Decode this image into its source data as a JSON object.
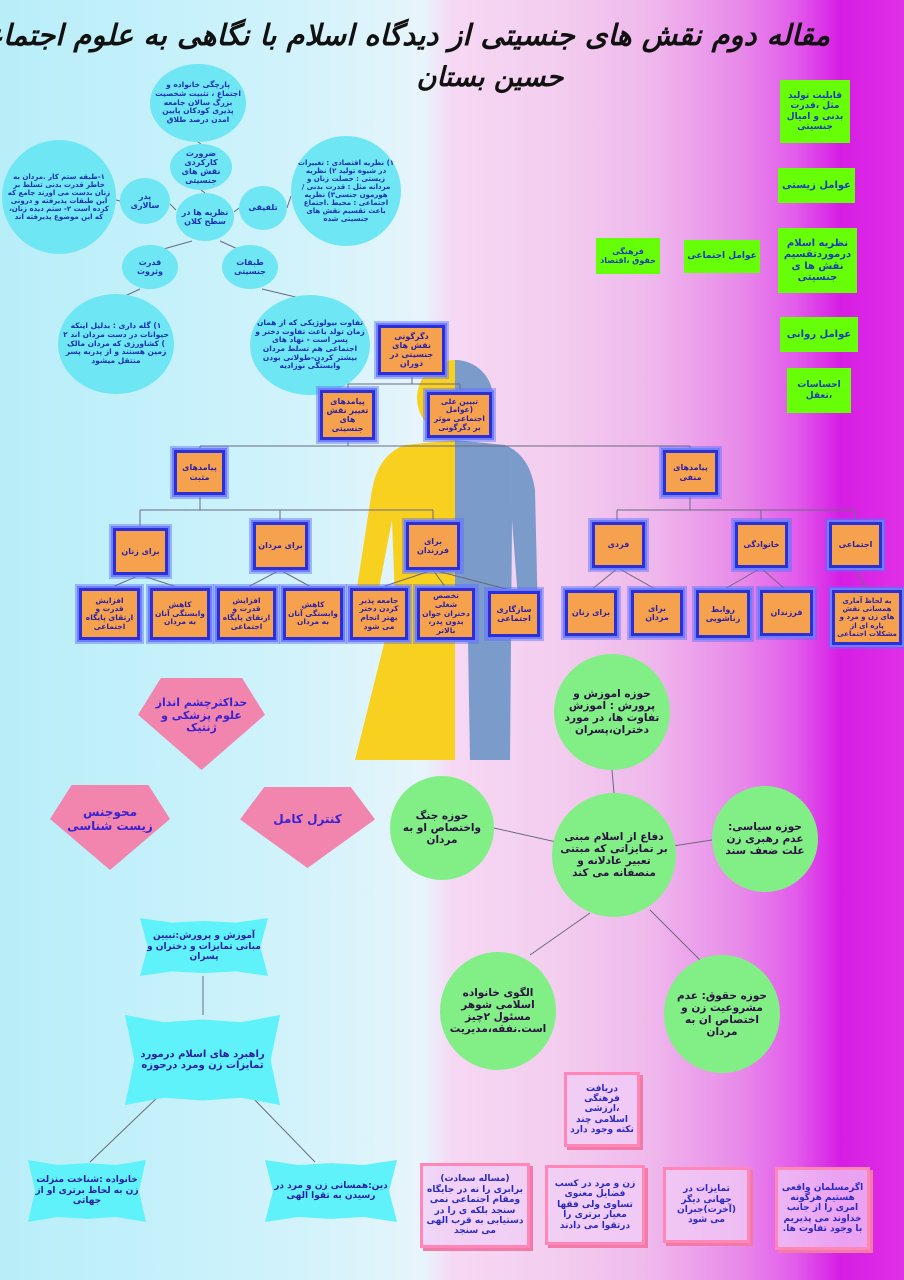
{
  "title": "مقاله دوم نقش های جنسیتی از دیدگاه اسلام با نگاهی به علوم اجتماعی",
  "author": "حسین بستان",
  "bubbles": {
    "center": "نظریه ها در سطح کلان",
    "functional": "ضرورت کارکردی نقش های جنسیتی",
    "functional_detail": "پارچگی خانواده و اجتماع ، تثبیت شخصیت بزرگ سالان جامعه پذیری کودکان پایین امدن درصد طلاق",
    "patriarchy": "پدر سالاری",
    "patriarchy_detail": "۱-طبقه ستم کار .مردان به خاطر قدرت بدنی تسلط بر زنان بدست می اورند جامع که این طبقات پذیرفته و درونی کرده است ۲- ستم دیده زنان، که این موضوع پذیرفته اند",
    "synthesis": "تلفیقی",
    "synthesis_detail": "۱) نظریه اقتصادی : تغییرات در شیوه تولید ۲) نظریه زیستی : خصلت زنان و مردانه مثل : قدرت بدنی / هورمون جنسی۳) نظریه اجتماعی : محیط .اجتماع باعث تقسیم نقش های جنسیتی شده",
    "power_wealth": "قدرت وثروت",
    "power_wealth_detail": "۱) گله داری : بدلیل اینکه حیوانات در دست مردان اند ۲ ) کشاورزی که مردان مالک زمین هستند و از پدربه پسر منتقل میشود",
    "gender_classes": "طبقات جنسیتی",
    "gender_classes_detail": "تفاوت بیولوژیکی که از همان زمان تولد باعث تفاوت دختر و پسر است - نهاد های اجتماعی هم تسلط مردان بیشتر کردن-طولانی بودن وابستگی نوزادیه"
  },
  "green_boxes": {
    "abilities": "قابلیت تولید مثل ،قدرت بدنی و امیال جنسیتی",
    "biological": "عوامل زیستی",
    "islam_theory": "نظریه اسلام درموردتقسیم نقش ها ی جنسیتی",
    "psychological": "عوامل روانی",
    "emotions": "احساسات ،تعقل",
    "social": "عوامل اجتماعی",
    "cultural": "فرهنگی حقوق ،اقتصاد"
  },
  "tree": {
    "root": "دگرگونی نقش های جنسیتی در دوران",
    "consequences": "پیامدهای تغییر نقش های جنسیتی",
    "causal": "تبیین علی (عوامل اجتماعی موثر بر دگرگونی",
    "positive": "پیامدهای مثبت",
    "negative": "پیامدهای منفی",
    "for_women": "برای زنان",
    "for_men": "برای مردان",
    "for_children": "برای فرزندان",
    "individual": "فردی",
    "family": "خانوادگی",
    "social": "اجتماعی",
    "women_power": "افزایش قدرت و ارتقای پایگاه اجتماعی",
    "women_dependence": "کاهش وابستگی آنان به مردان",
    "men_power": "افزایش قدرت و ارتقای پایگاه اجتماعی",
    "men_dependence": "کاهش وابستگی آنان به مردان",
    "socialization": "جامعه پذیر کردن دختر بهتر انجام می شود",
    "specialization": "تخصص شغلی دختران جوان بدون پدر، بالاتر",
    "adjustment": "سازگاری اجتماعی",
    "neg_women": "برای زنان",
    "neg_men": "برای مردان",
    "marital": "روابط زناشویی",
    "children": "فرزندان",
    "statistical": "به لحاظ آماری همسانی نقش های زن و مرد و پاره ای از مشکلات اجتماعی"
  },
  "pentagons": {
    "max_vision": "حداکثرچشم انداز علوم پزشکی و ژنتیک",
    "erase_sex": "محوجنس زیست شناسی",
    "full_control": "کنترل کامل"
  },
  "strategies": {
    "education": "آموزش و پرورش:تبیین مبانی تمایزات و دختران و پسران",
    "center": "راهبرد های اسلام درمورد تمایزات زن ومرد درحوزه",
    "family": "خانواده :شناخت منزلت زن به لحاظ برتری او از جهاتی",
    "religion": "دین:همسانی زن و مرد در رسیدن به تقوا الهی"
  },
  "domains": {
    "center": "دفاع از اسلام مبنی بر تمایزاتی که مبتنی تعبیر عادلانه و منصفانه می کند",
    "education": "حوزه اموزش و پرورش : اموزش تفاوت ها، در مورد دختران،پسران",
    "war": "حوزه جنگ واختصاص او به مردان",
    "political": "حوزه سیاسی: عدم رهبری زن علت ضعف سند",
    "family": "الگوی خانواده اسلامی شوهر مسئول ۲چیز است.نفقه،مدیریت",
    "legal": "حوزه حقوق: عدم مشروعیت زن و اختصاص ان به مردان"
  },
  "notes": {
    "cultural": "دریافت فرهنگی ،ارزشی اسلامی چند نکته وجود دارد",
    "happiness": "(مساله سعادت) برابری را نه در جایگاه ومقام اجتماعی نمی سنجد بلکه ی را در دستیابی به قرب الهی می سنجد",
    "virtues": "زن و مرد در کسب فضایل معنوی تساوی ولی فقها معیار برتری را درتقوا می دادند",
    "afterlife": "تمایزات در جهانی دیگر (آخرت)جبران می شود",
    "true_muslim": "اگرمسلمان واقعی هستیم هرگونه امری را از جانب خداوند می پذیریم با وجود تفاوت ها."
  },
  "colors": {
    "orange": "#f5a14e",
    "green_box": "#66ff08",
    "cyan": "#6fe6f4",
    "green_circle": "#82ef86",
    "pink": "#f185ad"
  }
}
